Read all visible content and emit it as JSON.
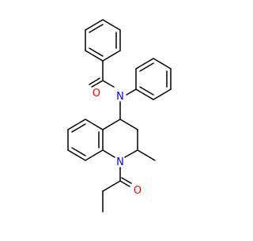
{
  "molecule": {
    "atom_labels": {
      "amide_oxygen": "O",
      "amide_nitrogen": "N",
      "ring_nitrogen": "N",
      "propanoyl_oxygen": "O"
    },
    "colors": {
      "bond": "#000000",
      "oxygen": "#ff0000",
      "nitrogen": "#0000ff",
      "background": "#ffffff"
    }
  }
}
